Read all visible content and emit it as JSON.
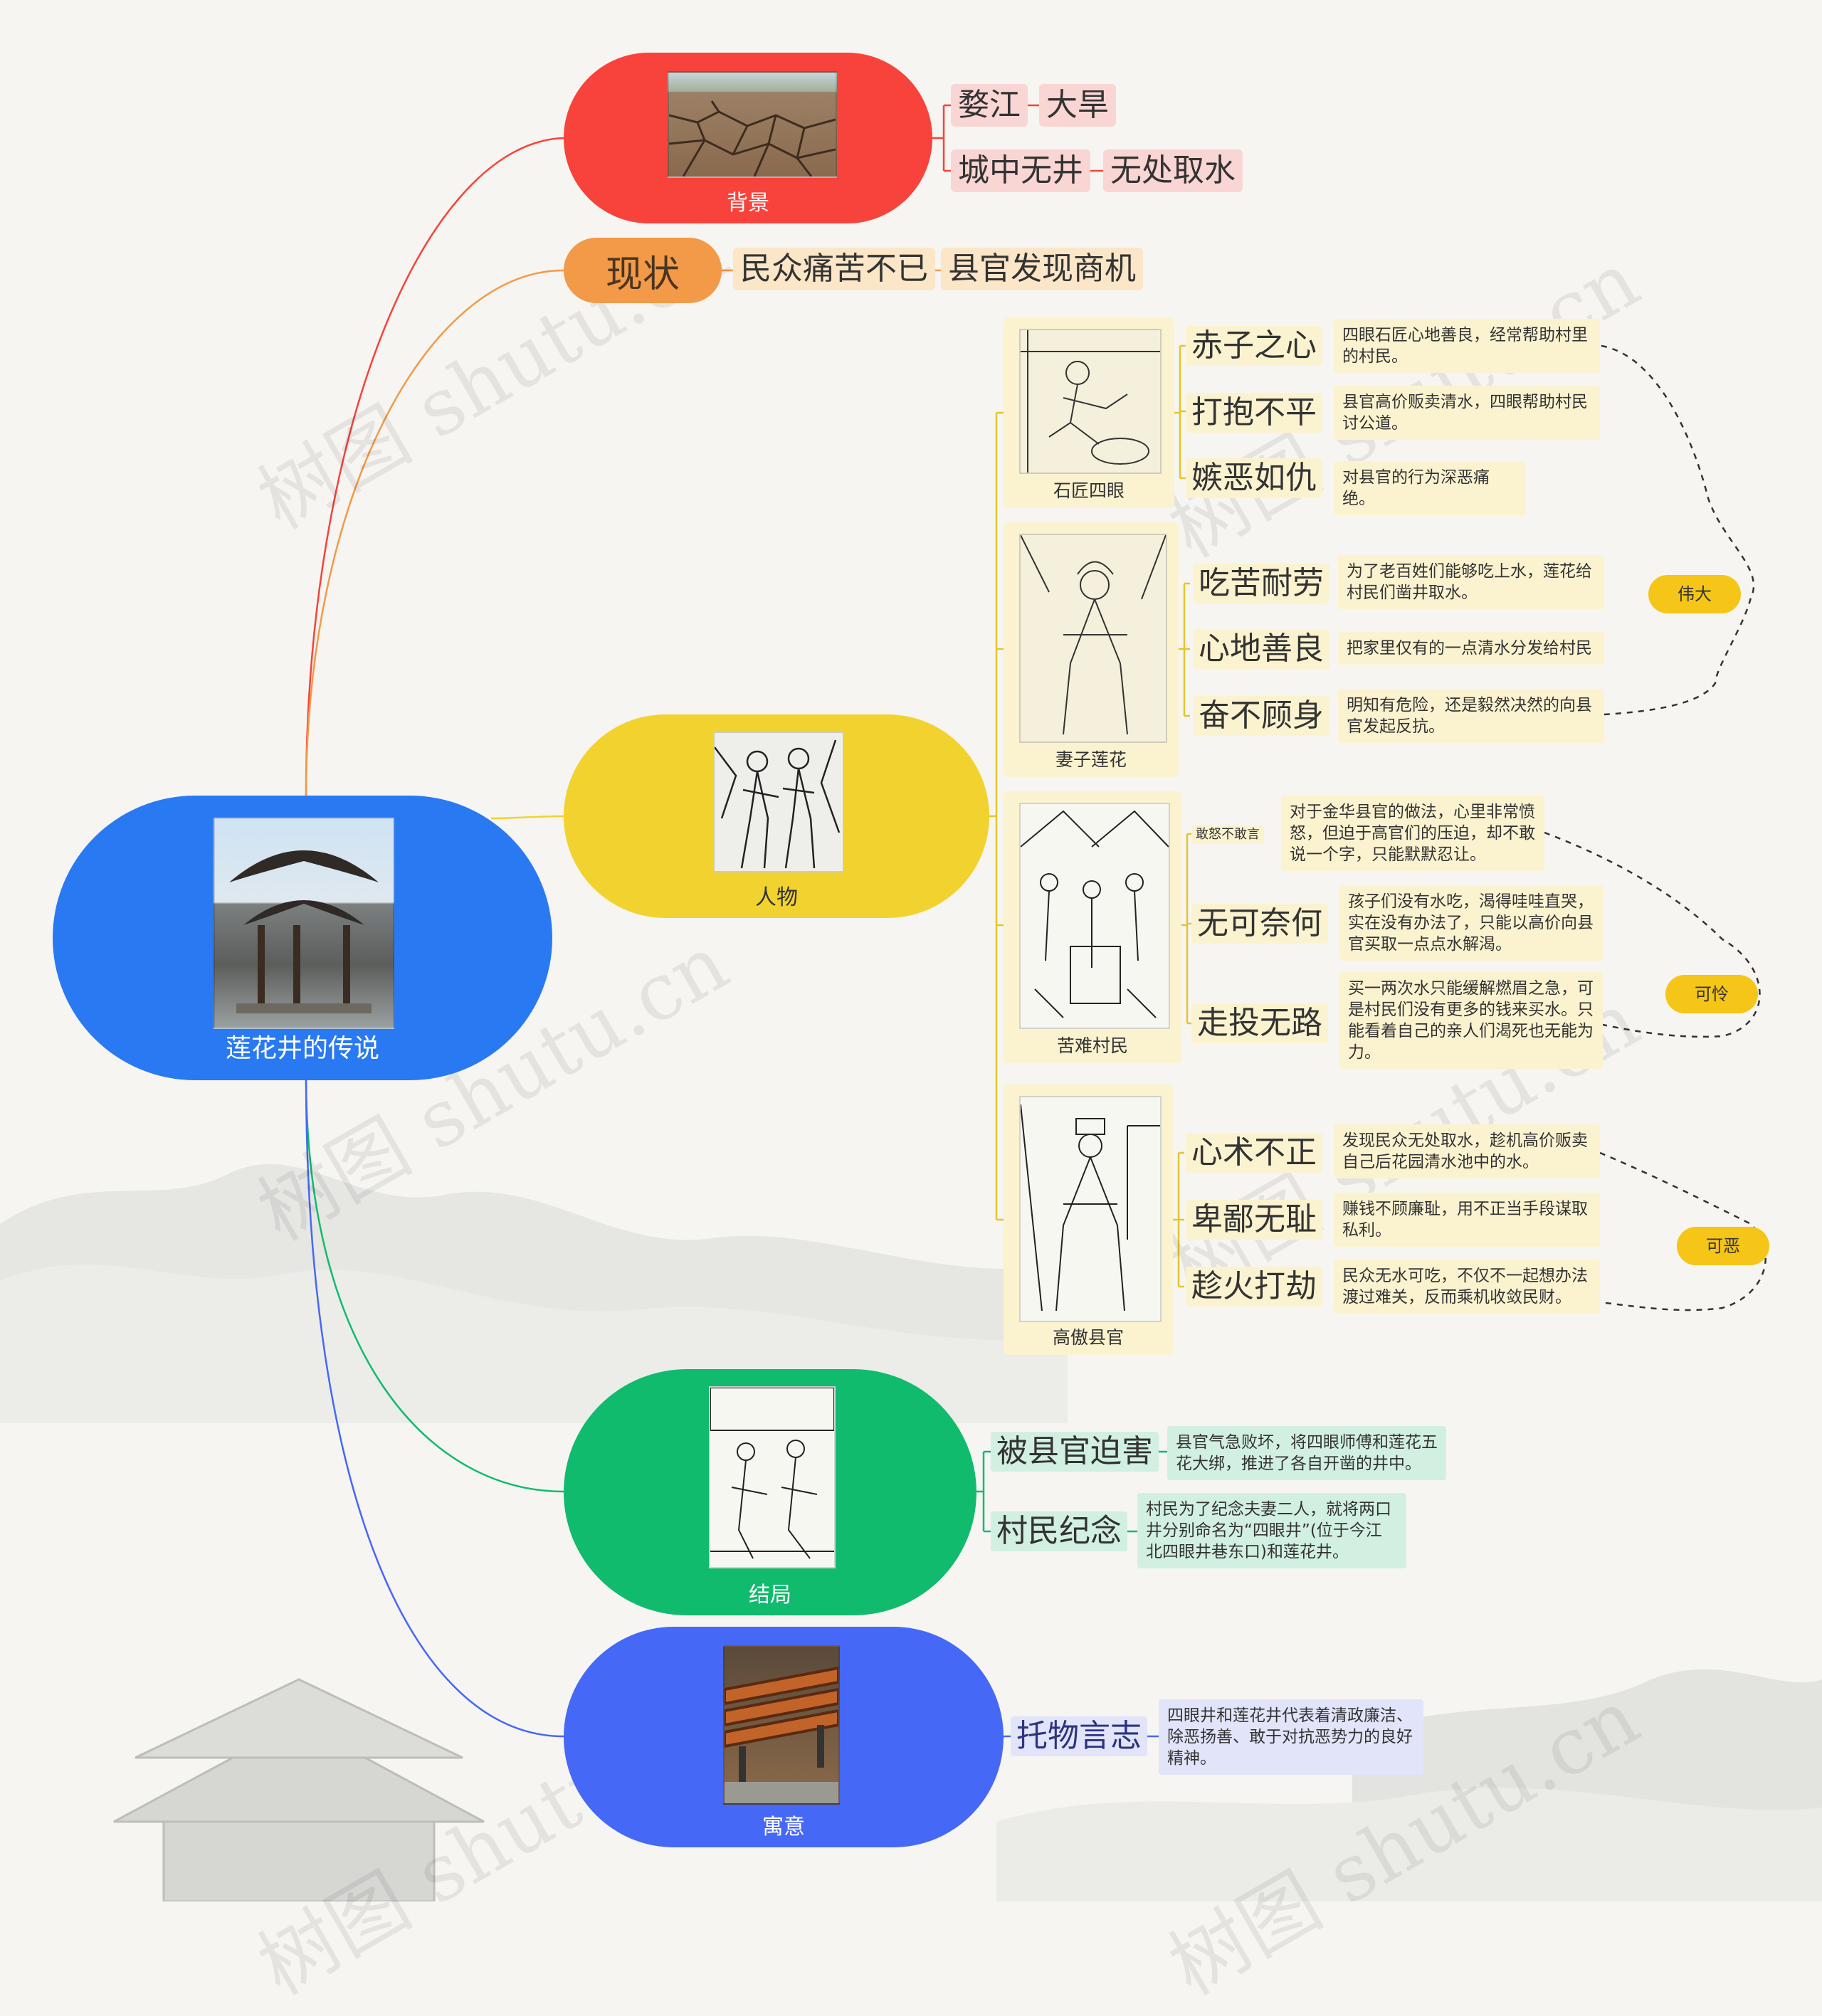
{
  "root": {
    "title": "莲花井的传说",
    "image": "pavilion-photo",
    "color": "#2979f2"
  },
  "branches": {
    "background": {
      "label": "背景",
      "color": "#f7433b",
      "image": "cracked-earth-photo",
      "items": [
        {
          "a": "婺江",
          "b": "大旱"
        },
        {
          "a": "城中无井",
          "b": "无处取水"
        }
      ]
    },
    "status": {
      "label": "现状",
      "color": "#f29a48",
      "a": "民众痛苦不已",
      "b": "县官发现商机"
    },
    "characters": {
      "label": "人物",
      "color": "#f2d22e",
      "image": "characters-illustration",
      "groups": [
        {
          "name": "石匠四眼",
          "traits": [
            {
              "t": "赤子之心",
              "d": "四眼石匠心地善良，经常帮助村里的村民。"
            },
            {
              "t": "打抱不平",
              "d": "县官高价贩卖清水，四眼帮助村民讨公道。"
            },
            {
              "t": "嫉恶如仇",
              "d": "对县官的行为深恶痛绝。"
            }
          ]
        },
        {
          "name": "妻子莲花",
          "traits": [
            {
              "t": "吃苦耐劳",
              "d": "为了老百姓们能够吃上水，莲花给村民们凿井取水。"
            },
            {
              "t": "心地善良",
              "d": "把家里仅有的一点清水分发给村民"
            },
            {
              "t": "奋不顾身",
              "d": "明知有危险，还是毅然决然的向县官发起反抗。"
            }
          ]
        },
        {
          "name": "苦难村民",
          "traits": [
            {
              "t": "敢怒不敢言",
              "d": "对于金华县官的做法，心里非常愤怒，但迫于高官们的压迫，却不敢说一个字，只能默默忍让。"
            },
            {
              "t": "无可奈何",
              "d": "孩子们没有水吃，渴得哇哇直哭，实在没有办法了，只能以高价向县官买取一点点水解渴。"
            },
            {
              "t": "走投无路",
              "d": "买一两次水只能缓解燃眉之急，可是村民们没有更多的钱来买水。只能看着自己的亲人们渴死也无能为力。"
            }
          ]
        },
        {
          "name": "高傲县官",
          "traits": [
            {
              "t": "心术不正",
              "d": "发现民众无处取水，趁机高价贩卖自己后花园清水池中的水。"
            },
            {
              "t": "卑鄙无耻",
              "d": "赚钱不顾廉耻，用不正当手段谋取私利。"
            },
            {
              "t": "趁火打劫",
              "d": "民众无水可吃，不仅不一起想办法渡过难关，反而乘机收敛民财。"
            }
          ]
        }
      ],
      "summaries": [
        "伟大",
        "可怜",
        "可恶"
      ]
    },
    "ending": {
      "label": "结局",
      "color": "#10bb6e",
      "image": "ending-illustration",
      "items": [
        {
          "t": "被县官迫害",
          "d": "县官气急败坏，将四眼师傅和莲花五花大绑，推进了各自开凿的井中。"
        },
        {
          "t": "村民纪念",
          "d": "村民为了纪念夫妻二人，就将两口井分别命名为“四眼井”(位于今江北四眼井巷东口)和莲花井。"
        }
      ]
    },
    "meaning": {
      "label": "寓意",
      "color": "#4668f7",
      "image": "wooden-bench-photo",
      "items": [
        {
          "t": "托物言志",
          "d": "四眼井和莲花井代表着清政廉洁、除恶扬善、敢于对抗恶势力的良好精神。"
        }
      ]
    }
  },
  "watermark": "树图 shutu.cn"
}
